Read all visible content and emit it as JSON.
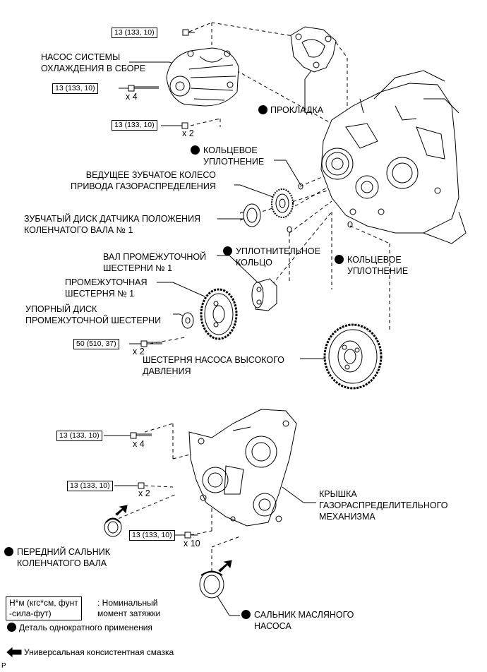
{
  "labels": {
    "water_pump": "НАСОС СИСТЕМЫ\nОХЛАЖДЕНИЯ В СБОРЕ",
    "gasket": "ПРОКЛАДКА",
    "o_ring_1": "КОЛЬЦЕВОЕ\nУПЛОТНЕНИЕ",
    "drive_gear": "ВЕДУЩЕЕ ЗУБЧАТОЕ КОЛЕСО\nПРИВОДА ГАЗОРАСПРЕДЕЛЕНИЯ",
    "sensor_plate": "ЗУБЧАТЫЙ ДИСК ДАТЧИКА ПОЛОЖЕНИЯ\nКОЛЕНЧАТОГО ВАЛА № 1",
    "idler_shaft": "ВАЛ ПРОМЕЖУТОЧНОЙ\nШЕСТЕРНИ № 1",
    "seal_ring": "УПЛОТНИТЕЛЬНОЕ\nКОЛЬЦО",
    "o_ring_2": "КОЛЬЦЕВОЕ\nУПЛОТНЕНИЕ",
    "idler_gear": "ПРОМЕЖУТОЧНАЯ\nШЕСТЕРНЯ № 1",
    "thrust_plate": "УПОРНЫЙ ДИСК\nПРОМЕЖУТОЧНОЙ ШЕСТЕРНИ",
    "hp_pump_gear": "ШЕСТЕРНЯ НАСОСА ВЫСОКОГО\nДАВЛЕНИЯ",
    "timing_cover": "КРЫШКА\nГАЗОРАСПРЕДЕЛИТЕЛЬНОГО\nМЕХАНИЗМА",
    "front_oil_seal": "ПЕРЕДНИЙ САЛЬНИК\nКОЛЕНЧАТОГО ВАЛА",
    "oil_pump_seal": "САЛЬНИК МАСЛЯНОГО\nНАСОСА"
  },
  "torques": {
    "t1": "13 (133, 10)",
    "t2": "13 (133, 10)",
    "t3": "13 (133, 10)",
    "t4": "50 (510, 37)",
    "t5": "13 (133, 10)",
    "t6": "13 (133, 10)",
    "t7": "13 (133, 10)"
  },
  "quantities": {
    "q1": "x 4",
    "q2": "x 2",
    "q3": "x 2",
    "q4": "x 4",
    "q5": "x 2",
    "q6": "x 10"
  },
  "legend": {
    "torque_units": "Н*м (кгс*см, фунт\n-сила-фут)",
    "torque_desc": ": Номинальный\nмомент затяжки",
    "non_reusable": "Деталь однократного применения",
    "grease": "Универсальная консистентная смазка"
  },
  "corner_mark": "P"
}
